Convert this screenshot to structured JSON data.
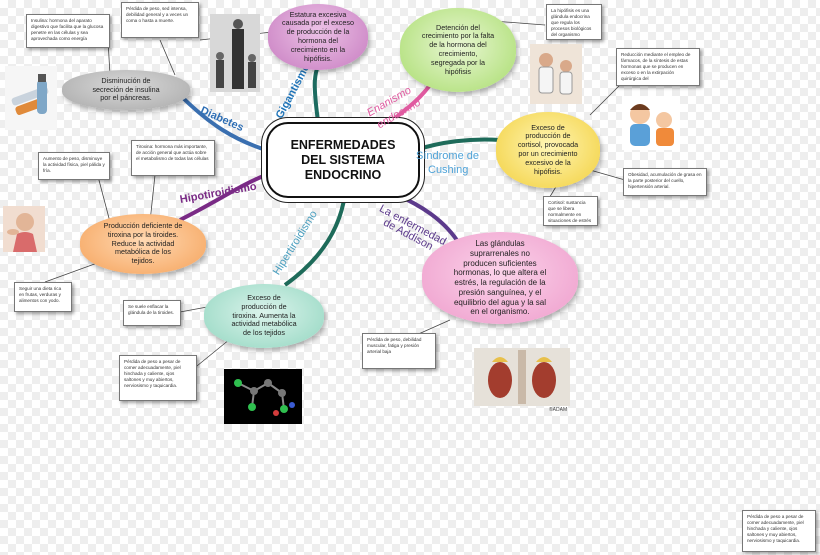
{
  "center": {
    "line1": "ENFERMEDADES",
    "line2": "DEL SISTEMA",
    "line3": "ENDOCRINO"
  },
  "branches": {
    "diabetes": "Diabetes",
    "gigantismo": "Gigantismo",
    "enanismo1": "Enanismo",
    "enanismo2": "endocrino",
    "cushing1": "Síndrome de",
    "cushing2": "Cushing",
    "hipotiroidismo": "Hipotiroidismo",
    "hipertiroidismo": "Hipertiroidismo",
    "addison1": "La enfermedad",
    "addison2": "de Addison"
  },
  "clouds": {
    "diabetes": [
      "Disminución de",
      "secreción de insulina",
      "por el páncreas."
    ],
    "gigantismo": [
      "Estatura excesiva",
      "causada por el exceso",
      "de producción de la",
      "hormona del",
      "crecimiento en la",
      "hipófisis."
    ],
    "enanismo": [
      "Detención del",
      "crecimiento por la falta",
      "de la hormona del",
      "crecimiento,",
      "segregada por la",
      "hipófisis"
    ],
    "cushing": [
      "Exceso de",
      "producción de",
      "cortisol, provocada",
      "por un crecimiento",
      "excesivo de la",
      "hipófisis."
    ],
    "hipotiroidismo": [
      "Producción deficiente de",
      "tiroxina por la tiroides.",
      "Reduce la actividad",
      "metabólica de los",
      "tejidos."
    ],
    "hipertiroidismo": [
      "Exceso de",
      "producción de",
      "tiroxina. Aumenta la",
      "actividad metabólica",
      "de los tejidos"
    ],
    "addison": [
      "Las glándulas",
      "suprarrenales no",
      "producen suficientes",
      "hormonas, lo que altera el",
      "estrés, la regulación de la",
      "presión sanguínea, y el",
      "equilibrio del agua y la sal",
      "en el organismo."
    ]
  },
  "notes": {
    "insulina": "Insulina: hormona del aparato digestivo que facilita que la glucosa penetre en las células y sea aprovechada como energía",
    "gigantismo": "Pérdida de peso, sed intensa, debilidad general y a veces un coma o hasta a muerte.",
    "hipofisis": "La hipófisis es una glándula endocrina que regula los procesos biológicos del organismo",
    "reduccion": "Reducción mediante el empleo de fármacos, de la síntesis de estas hormonas que se producen en exceso o en la extirpación quirúrgica del",
    "obesidad": "Obesidad, acumulación de grasa en la parte posterior del cuello, hipertensión arterial.",
    "cortisol": "Cortisol: sustancia que se libera normalmente en situaciones de estrés",
    "aumento": "Aumento de peso, disminuye la actividad física, piel pálida y fría.",
    "tiroxina": "Tiroxina: hormona más importante, de acción general que actúa sobre el metabolismo de todas las células",
    "dieta": "Seguir una dieta rica en frutas, verduras y alimentos con yodo.",
    "enflacar": "Se suele enflacar la glándula de la tiroides.",
    "perdida_hiper": "Pérdida de peso a pesar de comer adecuadamente, piel hinchada y caliente, ojos saltones y muy abiertos, nerviosismo y taquicardia.",
    "addison": "Pérdida de peso, debilidad muscular, fatiga y presión arterial baja",
    "corner": "Pérdida de peso a pesar de comer adecuadamente, piel hinchada y caliente, ojos saltones y muy abiertos, nerviosismo y taquicardia."
  },
  "captions": {
    "adam": "®ADAM"
  },
  "colors": {
    "diabetes": "#2f6fb5",
    "gigantismo": "#1f74b8",
    "enanismo": "#e05aa0",
    "cushing": "#4fa3d8",
    "hipotiroidismo": "#7a2b86",
    "hipertiroidismo": "#4a9fbf",
    "addison": "#5c3a8c",
    "link_green": "#1e6b5a"
  }
}
